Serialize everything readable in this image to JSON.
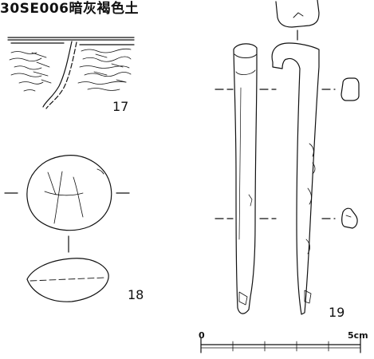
{
  "heading": "30SE006暗灰褐色土",
  "figures": [
    {
      "id": "17",
      "label": "17"
    },
    {
      "id": "18",
      "label": "18"
    },
    {
      "id": "19",
      "label": "19"
    }
  ],
  "scale": {
    "start_label": "0",
    "end_label": "5cm"
  },
  "colors": {
    "ink": "#111111",
    "paper": "#ffffff"
  }
}
